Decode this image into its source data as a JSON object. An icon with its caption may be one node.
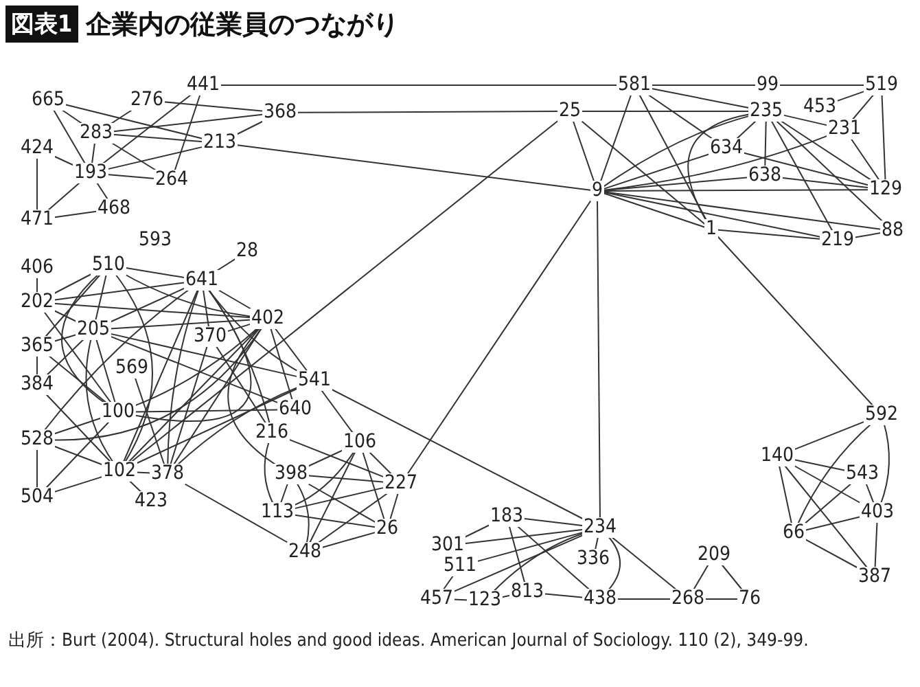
{
  "diagram": {
    "title": "企業内の従業員のつながり",
    "caption": "出所：Burt (2004). Structural holes and good ideas. American Journal of Sociology. 110 (2), 349-99.",
    "labels": [
      "図表1"
    ],
    "nodes": [
      {
        "text": [
          "441"
        ]
      },
      {
        "text": [
          "276"
        ]
      },
      {
        "text": [
          "665"
        ]
      },
      {
        "text": [
          "368"
        ]
      },
      {
        "text": [
          "283"
        ]
      },
      {
        "text": [
          "213"
        ]
      },
      {
        "text": [
          "424"
        ]
      },
      {
        "text": [
          "193"
        ]
      },
      {
        "text": [
          "264"
        ]
      },
      {
        "text": [
          "471"
        ]
      },
      {
        "text": [
          "468"
        ]
      },
      {
        "text": [
          "581"
        ]
      },
      {
        "text": [
          "99"
        ]
      },
      {
        "text": [
          "519"
        ]
      },
      {
        "text": [
          "25"
        ]
      },
      {
        "text": [
          "235"
        ]
      },
      {
        "text": [
          "453"
        ]
      },
      {
        "text": [
          "231"
        ]
      },
      {
        "text": [
          "634"
        ]
      },
      {
        "text": [
          "638"
        ]
      },
      {
        "text": [
          "9"
        ]
      },
      {
        "text": [
          "129"
        ]
      },
      {
        "text": [
          "1"
        ]
      },
      {
        "text": [
          "88"
        ]
      },
      {
        "text": [
          "219"
        ]
      },
      {
        "text": [
          "593"
        ]
      },
      {
        "text": [
          "28"
        ]
      },
      {
        "text": [
          "406"
        ]
      },
      {
        "text": [
          "510"
        ]
      },
      {
        "text": [
          "641"
        ]
      },
      {
        "text": [
          "202"
        ]
      },
      {
        "text": [
          "402"
        ]
      },
      {
        "text": [
          "205"
        ]
      },
      {
        "text": [
          "365"
        ]
      },
      {
        "text": [
          "370"
        ]
      },
      {
        "text": [
          "569"
        ]
      },
      {
        "text": [
          "384"
        ]
      },
      {
        "text": [
          "541"
        ]
      },
      {
        "text": [
          "100"
        ]
      },
      {
        "text": [
          "640"
        ]
      },
      {
        "text": [
          "528"
        ]
      },
      {
        "text": [
          "216"
        ]
      },
      {
        "text": [
          "106"
        ]
      },
      {
        "text": [
          "102"
        ]
      },
      {
        "text": [
          "378"
        ]
      },
      {
        "text": [
          "398"
        ]
      },
      {
        "text": [
          "227"
        ]
      },
      {
        "text": [
          "504"
        ]
      },
      {
        "text": [
          "423"
        ]
      },
      {
        "text": [
          "113"
        ]
      },
      {
        "text": [
          "26"
        ]
      },
      {
        "text": [
          "248"
        ]
      },
      {
        "text": [
          "183"
        ]
      },
      {
        "text": [
          "234"
        ]
      },
      {
        "text": [
          "301"
        ]
      },
      {
        "text": [
          "336"
        ]
      },
      {
        "text": [
          "511"
        ]
      },
      {
        "text": [
          "209"
        ]
      },
      {
        "text": [
          "457"
        ]
      },
      {
        "text": [
          "123"
        ]
      },
      {
        "text": [
          "813"
        ]
      },
      {
        "text": [
          "438"
        ]
      },
      {
        "text": [
          "268"
        ]
      },
      {
        "text": [
          "76"
        ]
      },
      {
        "text": [
          "592"
        ]
      },
      {
        "text": [
          "140"
        ]
      },
      {
        "text": [
          "543"
        ]
      },
      {
        "text": [
          "403"
        ]
      },
      {
        "text": [
          "66"
        ]
      },
      {
        "text": [
          "387"
        ]
      }
    ],
    "edges": [
      {
        "from": 0,
        "to": 11,
        "arrow": "none"
      },
      {
        "from": 0,
        "to": 7,
        "arrow": "none"
      },
      {
        "from": 0,
        "to": 8,
        "arrow": "none"
      },
      {
        "from": 2,
        "to": 4,
        "arrow": "none"
      },
      {
        "from": 2,
        "to": 5,
        "arrow": "none"
      },
      {
        "from": 2,
        "to": 7,
        "arrow": "none"
      },
      {
        "from": 1,
        "to": 4,
        "arrow": "none"
      },
      {
        "from": 1,
        "to": 3,
        "arrow": "none"
      },
      {
        "from": 4,
        "to": 3,
        "arrow": "none"
      },
      {
        "from": 4,
        "to": 5,
        "arrow": "none"
      },
      {
        "from": 4,
        "to": 8,
        "arrow": "none"
      },
      {
        "from": 4,
        "to": 7,
        "arrow": "none"
      },
      {
        "from": 5,
        "to": 3,
        "arrow": "none"
      },
      {
        "from": 7,
        "to": 5,
        "arrow": "none"
      },
      {
        "from": 7,
        "to": 8,
        "arrow": "none"
      },
      {
        "from": 6,
        "to": 7,
        "arrow": "none"
      },
      {
        "from": 6,
        "to": 9,
        "arrow": "none"
      },
      {
        "from": 9,
        "to": 7,
        "arrow": "none"
      },
      {
        "from": 9,
        "to": 10,
        "arrow": "none"
      },
      {
        "from": 10,
        "to": 7,
        "arrow": "none"
      },
      {
        "from": 3,
        "to": 14,
        "arrow": "none"
      },
      {
        "from": 14,
        "to": 15,
        "arrow": "none"
      },
      {
        "from": 5,
        "to": 20,
        "arrow": "none"
      },
      {
        "from": 11,
        "to": 12,
        "arrow": "none"
      },
      {
        "from": 12,
        "to": 13,
        "arrow": "none"
      },
      {
        "from": 11,
        "to": 15,
        "arrow": "none"
      },
      {
        "from": 11,
        "to": 18,
        "arrow": "none"
      },
      {
        "from": 11,
        "to": 22,
        "arrow": "none"
      },
      {
        "from": 11,
        "to": 20,
        "arrow": "none"
      },
      {
        "from": 14,
        "to": 20,
        "arrow": "none"
      },
      {
        "from": 14,
        "to": 22,
        "arrow": "none"
      },
      {
        "from": 14,
        "to": 43,
        "arrow": "none"
      },
      {
        "from": 13,
        "to": 16,
        "arrow": "none"
      },
      {
        "from": 13,
        "to": 17,
        "arrow": "none"
      },
      {
        "from": 13,
        "to": 21,
        "arrow": "none"
      },
      {
        "from": 15,
        "to": 17,
        "arrow": "none"
      },
      {
        "from": 15,
        "to": 18,
        "arrow": "none"
      },
      {
        "from": 15,
        "to": 19,
        "arrow": "none"
      },
      {
        "from": 15,
        "to": 21,
        "arrow": "none"
      },
      {
        "from": 15,
        "to": 23,
        "arrow": "none"
      },
      {
        "from": 15,
        "to": 24,
        "arrow": "none"
      },
      {
        "from": 15,
        "to": 22,
        "arrow": "none"
      },
      {
        "from": 15,
        "to": 20,
        "arrow": "none"
      },
      {
        "from": 17,
        "to": 21,
        "arrow": "none"
      },
      {
        "from": 17,
        "to": 20,
        "arrow": "none"
      },
      {
        "from": 18,
        "to": 20,
        "arrow": "none"
      },
      {
        "from": 18,
        "to": 21,
        "arrow": "none"
      },
      {
        "from": 19,
        "to": 20,
        "arrow": "none"
      },
      {
        "from": 19,
        "to": 21,
        "arrow": "none"
      },
      {
        "from": 20,
        "to": 21,
        "arrow": "none"
      },
      {
        "from": 20,
        "to": 22,
        "arrow": "none"
      },
      {
        "from": 20,
        "to": 24,
        "arrow": "none"
      },
      {
        "from": 20,
        "to": 23,
        "arrow": "none"
      },
      {
        "from": 22,
        "to": 24,
        "arrow": "none"
      },
      {
        "from": 24,
        "to": 23,
        "arrow": "none"
      },
      {
        "from": 22,
        "to": 64,
        "arrow": "none"
      },
      {
        "from": 20,
        "to": 46,
        "arrow": "none"
      },
      {
        "from": 20,
        "to": 53,
        "arrow": "none"
      },
      {
        "from": 26,
        "to": 29,
        "arrow": "none"
      },
      {
        "from": 27,
        "to": 30,
        "arrow": "none"
      },
      {
        "from": 28,
        "to": 29,
        "arrow": "none"
      },
      {
        "from": 28,
        "to": 31,
        "arrow": "none"
      },
      {
        "from": 28,
        "to": 30,
        "arrow": "none"
      },
      {
        "from": 28,
        "to": 33,
        "arrow": "none"
      },
      {
        "from": 28,
        "to": 32,
        "arrow": "none"
      },
      {
        "from": 28,
        "to": 38,
        "arrow": "none"
      },
      {
        "from": 28,
        "to": 43,
        "arrow": "none"
      },
      {
        "from": 30,
        "to": 29,
        "arrow": "none"
      },
      {
        "from": 30,
        "to": 31,
        "arrow": "none"
      },
      {
        "from": 30,
        "to": 32,
        "arrow": "none"
      },
      {
        "from": 30,
        "to": 38,
        "arrow": "none"
      },
      {
        "from": 32,
        "to": 29,
        "arrow": "none"
      },
      {
        "from": 32,
        "to": 31,
        "arrow": "none"
      },
      {
        "from": 32,
        "to": 37,
        "arrow": "none"
      },
      {
        "from": 32,
        "to": 39,
        "arrow": "none"
      },
      {
        "from": 32,
        "to": 38,
        "arrow": "none"
      },
      {
        "from": 32,
        "to": 43,
        "arrow": "none"
      },
      {
        "from": 33,
        "to": 32,
        "arrow": "none"
      },
      {
        "from": 33,
        "to": 38,
        "arrow": "none"
      },
      {
        "from": 33,
        "to": 36,
        "arrow": "none"
      },
      {
        "from": 36,
        "to": 32,
        "arrow": "none"
      },
      {
        "from": 36,
        "to": 43,
        "arrow": "none"
      },
      {
        "from": 29,
        "to": 31,
        "arrow": "none"
      },
      {
        "from": 29,
        "to": 34,
        "arrow": "none"
      },
      {
        "from": 29,
        "to": 38,
        "arrow": "none"
      },
      {
        "from": 29,
        "to": 43,
        "arrow": "none"
      },
      {
        "from": 29,
        "to": 44,
        "arrow": "none"
      },
      {
        "from": 29,
        "to": 40,
        "arrow": "none"
      },
      {
        "from": 29,
        "to": 41,
        "arrow": "none"
      },
      {
        "from": 29,
        "to": 37,
        "arrow": "none"
      },
      {
        "from": 31,
        "to": 38,
        "arrow": "none"
      },
      {
        "from": 31,
        "to": 43,
        "arrow": "none"
      },
      {
        "from": 31,
        "to": 44,
        "arrow": "none"
      },
      {
        "from": 31,
        "to": 40,
        "arrow": "none"
      },
      {
        "from": 31,
        "to": 34,
        "arrow": "none"
      },
      {
        "from": 31,
        "to": 37,
        "arrow": "none"
      },
      {
        "from": 31,
        "to": 39,
        "arrow": "none"
      },
      {
        "from": 31,
        "to": 45,
        "arrow": "none"
      },
      {
        "from": 34,
        "to": 44,
        "arrow": "none"
      },
      {
        "from": 34,
        "to": 41,
        "arrow": "none"
      },
      {
        "from": 35,
        "to": 44,
        "arrow": "none"
      },
      {
        "from": 38,
        "to": 39,
        "arrow": "none"
      },
      {
        "from": 38,
        "to": 47,
        "arrow": "none"
      },
      {
        "from": 40,
        "to": 38,
        "arrow": "none"
      },
      {
        "from": 40,
        "to": 43,
        "arrow": "none"
      },
      {
        "from": 40,
        "to": 47,
        "arrow": "none"
      },
      {
        "from": 43,
        "to": 44,
        "arrow": "none"
      },
      {
        "from": 43,
        "to": 48,
        "arrow": "none"
      },
      {
        "from": 43,
        "to": 47,
        "arrow": "none"
      },
      {
        "from": 37,
        "to": 44,
        "arrow": "none"
      },
      {
        "from": 37,
        "to": 43,
        "arrow": "none"
      },
      {
        "from": 37,
        "to": 42,
        "arrow": "none"
      },
      {
        "from": 37,
        "to": 53,
        "arrow": "none"
      },
      {
        "from": 41,
        "to": 46,
        "arrow": "none"
      },
      {
        "from": 41,
        "to": 49,
        "arrow": "none"
      },
      {
        "from": 44,
        "to": 51,
        "arrow": "none"
      },
      {
        "from": 42,
        "to": 45,
        "arrow": "none"
      },
      {
        "from": 42,
        "to": 49,
        "arrow": "none"
      },
      {
        "from": 42,
        "to": 51,
        "arrow": "none"
      },
      {
        "from": 42,
        "to": 50,
        "arrow": "none"
      },
      {
        "from": 42,
        "to": 46,
        "arrow": "none"
      },
      {
        "from": 45,
        "to": 46,
        "arrow": "none"
      },
      {
        "from": 45,
        "to": 50,
        "arrow": "none"
      },
      {
        "from": 45,
        "to": 51,
        "arrow": "none"
      },
      {
        "from": 45,
        "to": 49,
        "arrow": "none"
      },
      {
        "from": 49,
        "to": 46,
        "arrow": "none"
      },
      {
        "from": 49,
        "to": 50,
        "arrow": "none"
      },
      {
        "from": 51,
        "to": 50,
        "arrow": "none"
      },
      {
        "from": 51,
        "to": 46,
        "arrow": "none"
      },
      {
        "from": 50,
        "to": 46,
        "arrow": "none"
      },
      {
        "from": 52,
        "to": 53,
        "arrow": "none"
      },
      {
        "from": 52,
        "to": 54,
        "arrow": "none"
      },
      {
        "from": 52,
        "to": 61,
        "arrow": "none"
      },
      {
        "from": 52,
        "to": 60,
        "arrow": "none"
      },
      {
        "from": 53,
        "to": 54,
        "arrow": "none"
      },
      {
        "from": 53,
        "to": 56,
        "arrow": "none"
      },
      {
        "from": 53,
        "to": 58,
        "arrow": "none"
      },
      {
        "from": 53,
        "to": 59,
        "arrow": "none"
      },
      {
        "from": 53,
        "to": 55,
        "arrow": "none"
      },
      {
        "from": 53,
        "to": 61,
        "arrow": "none"
      },
      {
        "from": 53,
        "to": 62,
        "arrow": "none"
      },
      {
        "from": 56,
        "to": 58,
        "arrow": "none"
      },
      {
        "from": 58,
        "to": 59,
        "arrow": "none"
      },
      {
        "from": 59,
        "to": 60,
        "arrow": "none"
      },
      {
        "from": 60,
        "to": 61,
        "arrow": "none"
      },
      {
        "from": 61,
        "to": 62,
        "arrow": "none"
      },
      {
        "from": 62,
        "to": 57,
        "arrow": "none"
      },
      {
        "from": 62,
        "to": 63,
        "arrow": "none"
      },
      {
        "from": 57,
        "to": 63,
        "arrow": "none"
      },
      {
        "from": 64,
        "to": 65,
        "arrow": "none"
      },
      {
        "from": 64,
        "to": 68,
        "arrow": "none"
      },
      {
        "from": 64,
        "to": 67,
        "arrow": "none"
      },
      {
        "from": 65,
        "to": 66,
        "arrow": "none"
      },
      {
        "from": 65,
        "to": 67,
        "arrow": "none"
      },
      {
        "from": 65,
        "to": 68,
        "arrow": "none"
      },
      {
        "from": 65,
        "to": 69,
        "arrow": "none"
      },
      {
        "from": 66,
        "to": 68,
        "arrow": "none"
      },
      {
        "from": 66,
        "to": 67,
        "arrow": "none"
      },
      {
        "from": 67,
        "to": 68,
        "arrow": "none"
      },
      {
        "from": 67,
        "to": 69,
        "arrow": "none"
      },
      {
        "from": 68,
        "to": 69,
        "arrow": "none"
      }
    ]
  }
}
